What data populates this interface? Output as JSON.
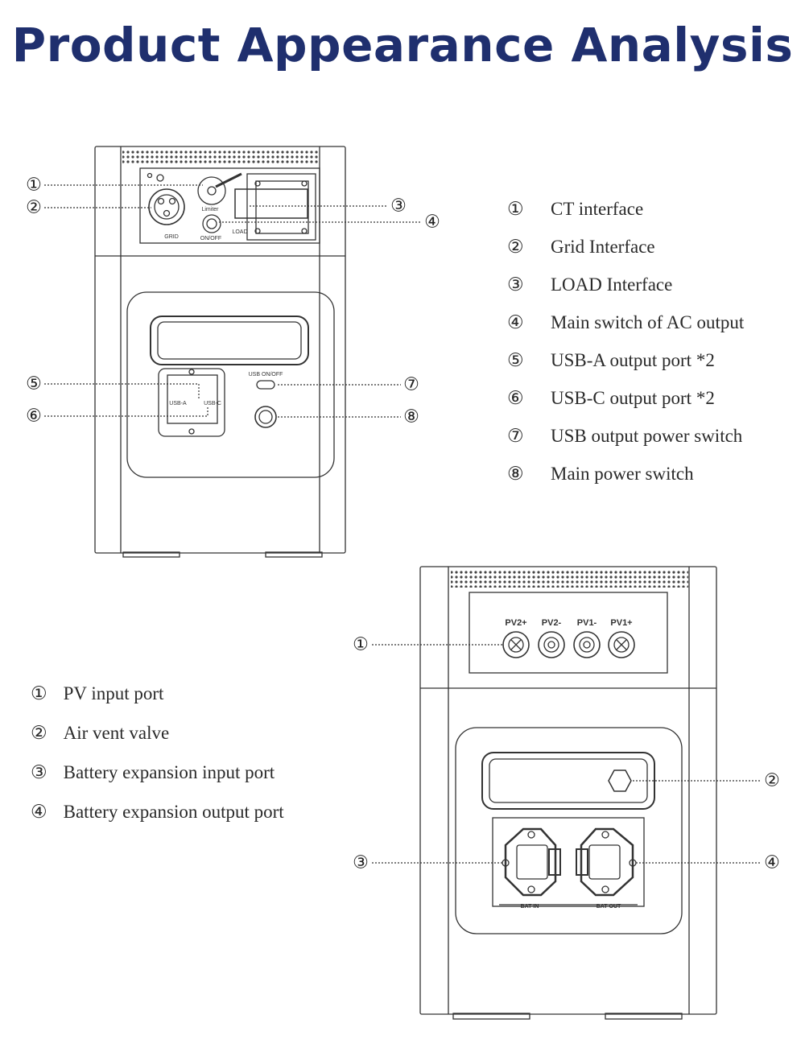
{
  "title": "Product Appearance Analysis",
  "front_view": {
    "panel_labels": {
      "grid": "GRID",
      "limiter": "Limiter",
      "onoff": "ON/OFF",
      "load": "LOAD",
      "usb_a": "USB-A",
      "usb_c": "USB-C",
      "usb_onoff": "USB ON/OFF"
    },
    "callouts": [
      "①",
      "②",
      "③",
      "④",
      "⑤",
      "⑥",
      "⑦",
      "⑧"
    ],
    "legend": [
      {
        "num": "①",
        "text": "CT interface"
      },
      {
        "num": "②",
        "text": "Grid Interface"
      },
      {
        "num": "③",
        "text": "LOAD Interface"
      },
      {
        "num": "④",
        "text": "Main switch of AC output"
      },
      {
        "num": "⑤",
        "text": "USB-A output port *2"
      },
      {
        "num": "⑥",
        "text": "USB-C output port *2"
      },
      {
        "num": "⑦",
        "text": "USB output power switch"
      },
      {
        "num": "⑧",
        "text": "Main power switch"
      }
    ]
  },
  "back_view": {
    "panel_labels": {
      "pv2_plus": "PV2+",
      "pv2_minus": "PV2-",
      "pv1_minus": "PV1-",
      "pv1_plus": "PV1+",
      "bat_in": "BAT-IN",
      "bat_out": "BAT-OUT"
    },
    "callouts": [
      "①",
      "②",
      "③",
      "④"
    ],
    "legend": [
      {
        "num": "①",
        "text": "PV input port"
      },
      {
        "num": "②",
        "text": "Air vent valve"
      },
      {
        "num": "③",
        "text": "Battery expansion input port"
      },
      {
        "num": "④",
        "text": "Battery expansion output port"
      }
    ]
  }
}
